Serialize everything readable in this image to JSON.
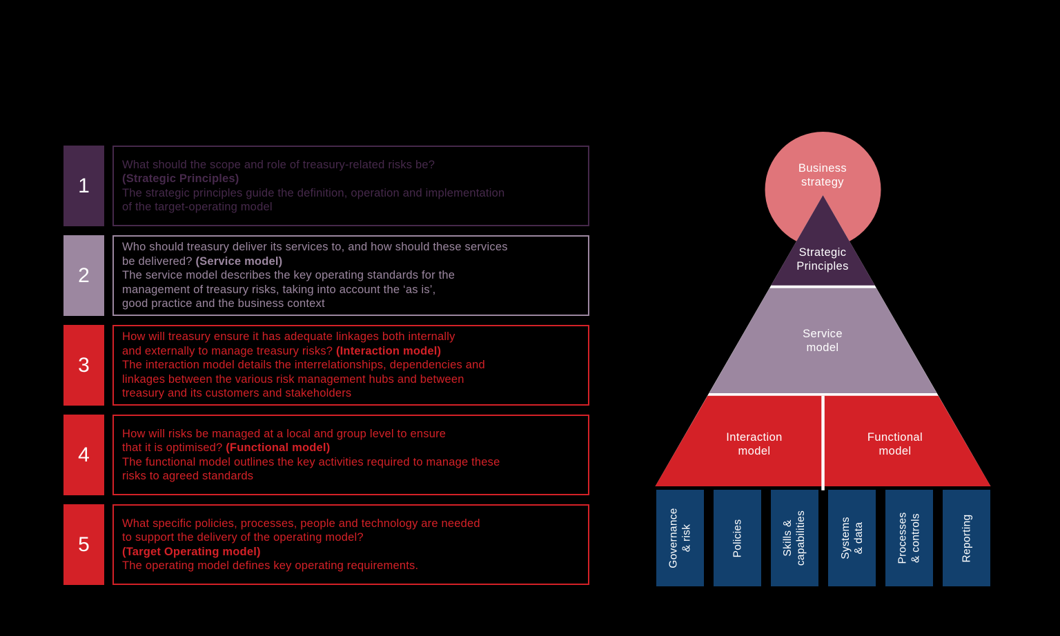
{
  "colors": {
    "background": "#000000",
    "purple": "#46294b",
    "mauve": "#9c87a0",
    "red": "#d42127",
    "coral": "#e0757a",
    "navy": "#12406d",
    "white": "#ffffff"
  },
  "questions": [
    {
      "number": "1",
      "theme": "purple",
      "lines": [
        [
          {
            "t": "What should the scope and role of treasury-related risks be?",
            "b": false
          }
        ],
        [
          {
            "t": "(Strategic Principles)",
            "b": true
          }
        ],
        [
          {
            "t": "The strategic principles guide the definition, operation and implementation",
            "b": false
          }
        ],
        [
          {
            "t": "of the target-operating model",
            "b": false
          }
        ]
      ]
    },
    {
      "number": "2",
      "theme": "mauve",
      "lines": [
        [
          {
            "t": "Who should treasury deliver its services to, and how should these services",
            "b": false
          }
        ],
        [
          {
            "t": "be delivered? ",
            "b": false
          },
          {
            "t": "(Service model)",
            "b": true
          }
        ],
        [
          {
            "t": "The service model describes the key operating standards for the",
            "b": false
          }
        ],
        [
          {
            "t": "management of treasury risks, taking into account the ‘as is’,",
            "b": false
          }
        ],
        [
          {
            "t": "good practice and the business context",
            "b": false
          }
        ]
      ]
    },
    {
      "number": "3",
      "theme": "red",
      "lines": [
        [
          {
            "t": "How will treasury ensure it has adequate linkages both internally",
            "b": false
          }
        ],
        [
          {
            "t": "and externally to manage treasury risks? ",
            "b": false
          },
          {
            "t": "(Interaction model)",
            "b": true
          }
        ],
        [
          {
            "t": "The interaction model details the interrelationships, dependencies and",
            "b": false
          }
        ],
        [
          {
            "t": "linkages between the various risk management hubs and between",
            "b": false
          }
        ],
        [
          {
            "t": "treasury and its customers and stakeholders",
            "b": false
          }
        ]
      ]
    },
    {
      "number": "4",
      "theme": "red",
      "lines": [
        [
          {
            "t": "How will risks be managed at a local and group level to ensure",
            "b": false
          }
        ],
        [
          {
            "t": "that it is optimised? ",
            "b": false
          },
          {
            "t": "(Functional model)",
            "b": true
          }
        ],
        [
          {
            "t": "The functional model outlines the key activities required to manage these",
            "b": false
          }
        ],
        [
          {
            "t": "risks to agreed standards",
            "b": false
          }
        ]
      ]
    },
    {
      "number": "5",
      "theme": "red",
      "lines": [
        [
          {
            "t": "What specific policies, processes, people and technology are needed",
            "b": false
          }
        ],
        [
          {
            "t": "to support the delivery of the operating model?",
            "b": false
          }
        ],
        [
          {
            "t": "(Target Operating model)",
            "b": true
          }
        ],
        [
          {
            "t": "The operating model defines key operating requirements.",
            "b": false
          }
        ]
      ]
    }
  ],
  "pyramid": {
    "circle_label": "Business\nstrategy",
    "top_layer_label": "Strategic\nPrinciples",
    "middle_layer_label": "Service\nmodel",
    "bottom_left_label": "Interaction\nmodel",
    "bottom_right_label": "Functional\nmodel",
    "bars": [
      "Governance\n& risk",
      "Policies",
      "Skills &\ncapabilities",
      "Systems\n& data",
      "Processes\n& controls",
      "Reporting"
    ]
  }
}
